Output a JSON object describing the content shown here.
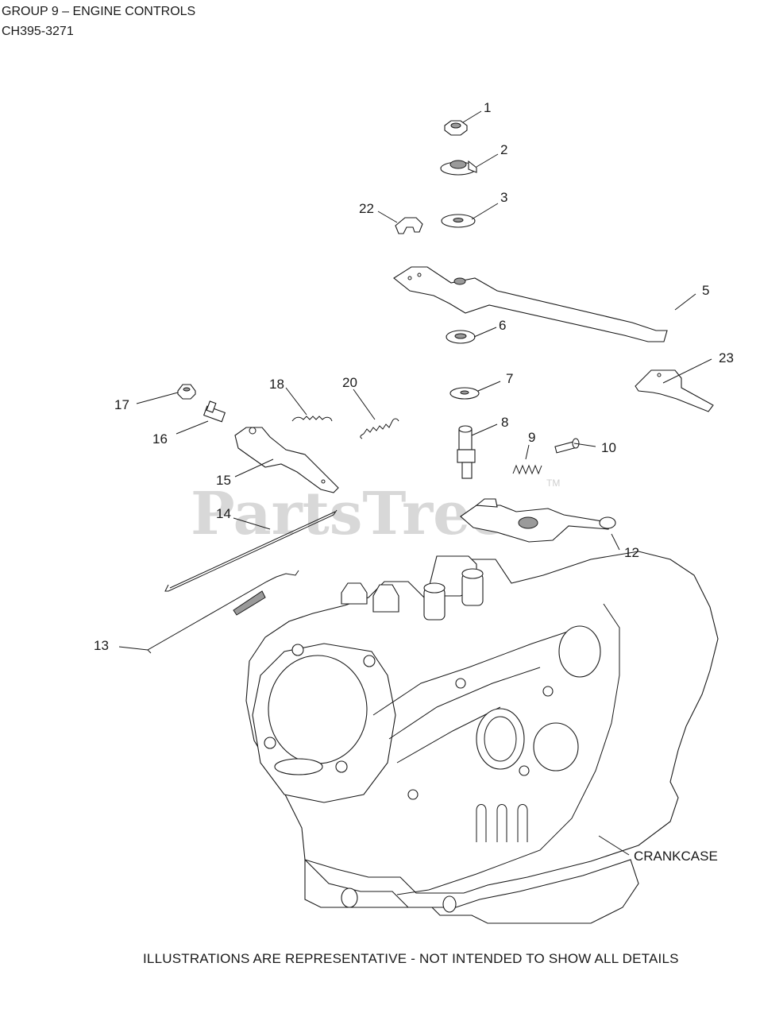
{
  "header": {
    "title": "GROUP 9 – ENGINE CONTROLS",
    "model": "CH395-3271"
  },
  "watermark": {
    "text": "PartsTree",
    "trademark": "TM"
  },
  "callouts": [
    {
      "id": "1",
      "label": "1"
    },
    {
      "id": "2",
      "label": "2"
    },
    {
      "id": "3",
      "label": "3"
    },
    {
      "id": "5",
      "label": "5"
    },
    {
      "id": "6",
      "label": "6"
    },
    {
      "id": "7",
      "label": "7"
    },
    {
      "id": "8",
      "label": "8"
    },
    {
      "id": "9",
      "label": "9"
    },
    {
      "id": "10",
      "label": "10"
    },
    {
      "id": "12",
      "label": "12"
    },
    {
      "id": "13",
      "label": "13"
    },
    {
      "id": "14",
      "label": "14"
    },
    {
      "id": "15",
      "label": "15"
    },
    {
      "id": "16",
      "label": "16"
    },
    {
      "id": "17",
      "label": "17"
    },
    {
      "id": "18",
      "label": "18"
    },
    {
      "id": "20",
      "label": "20"
    },
    {
      "id": "22",
      "label": "22"
    },
    {
      "id": "23",
      "label": "23"
    }
  ],
  "crankcase_label": "CRANKCASE",
  "footer": "ILLUSTRATIONS ARE REPRESENTATIVE - NOT INTENDED TO SHOW ALL DETAILS"
}
